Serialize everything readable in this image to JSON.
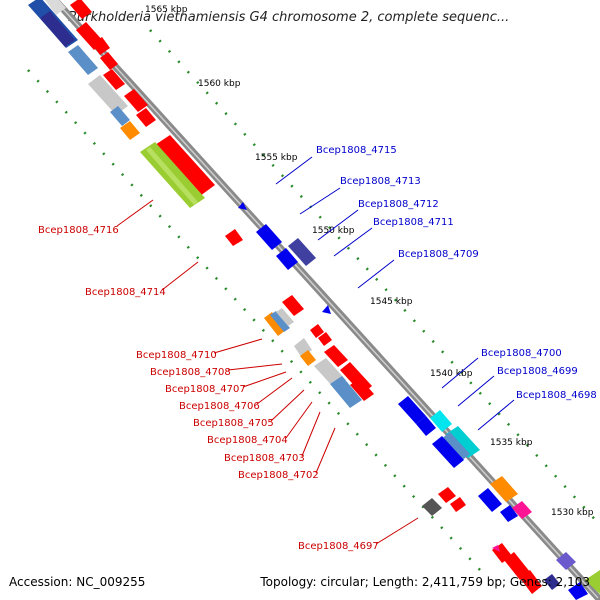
{
  "title": "Burkholderia vietnamiensis G4 chromosome 2, complete sequenc...",
  "footer": {
    "accession": "Accession: NC_009255",
    "summary": "Topology: circular; Length: 2,411,759 bp; Genes: 2,103"
  },
  "scale_labels": [
    "1565 kbp",
    "1560 kbp",
    "1555 kbp",
    "1550 kbp",
    "1545 kbp",
    "1540 kbp",
    "1535 kbp",
    "1530 kbp"
  ],
  "gene_labels_left": [
    "Bcep1808_4716",
    "Bcep1808_4714",
    "Bcep1808_4710",
    "Bcep1808_4708",
    "Bcep1808_4707",
    "Bcep1808_4706",
    "Bcep1808_4705",
    "Bcep1808_4704",
    "Bcep1808_4703",
    "Bcep1808_4702",
    "Bcep1808_4697"
  ],
  "gene_labels_right": [
    "Bcep1808_4715",
    "Bcep1808_4713",
    "Bcep1808_4712",
    "Bcep1808_4711",
    "Bcep1808_4709",
    "Bcep1808_4700",
    "Bcep1808_4699",
    "Bcep1808_4698"
  ],
  "colors": {
    "backbone": "#808080",
    "label_left": "#cc0000",
    "label_right": "#0000cc",
    "scale_dots": "#2a8a2a"
  }
}
